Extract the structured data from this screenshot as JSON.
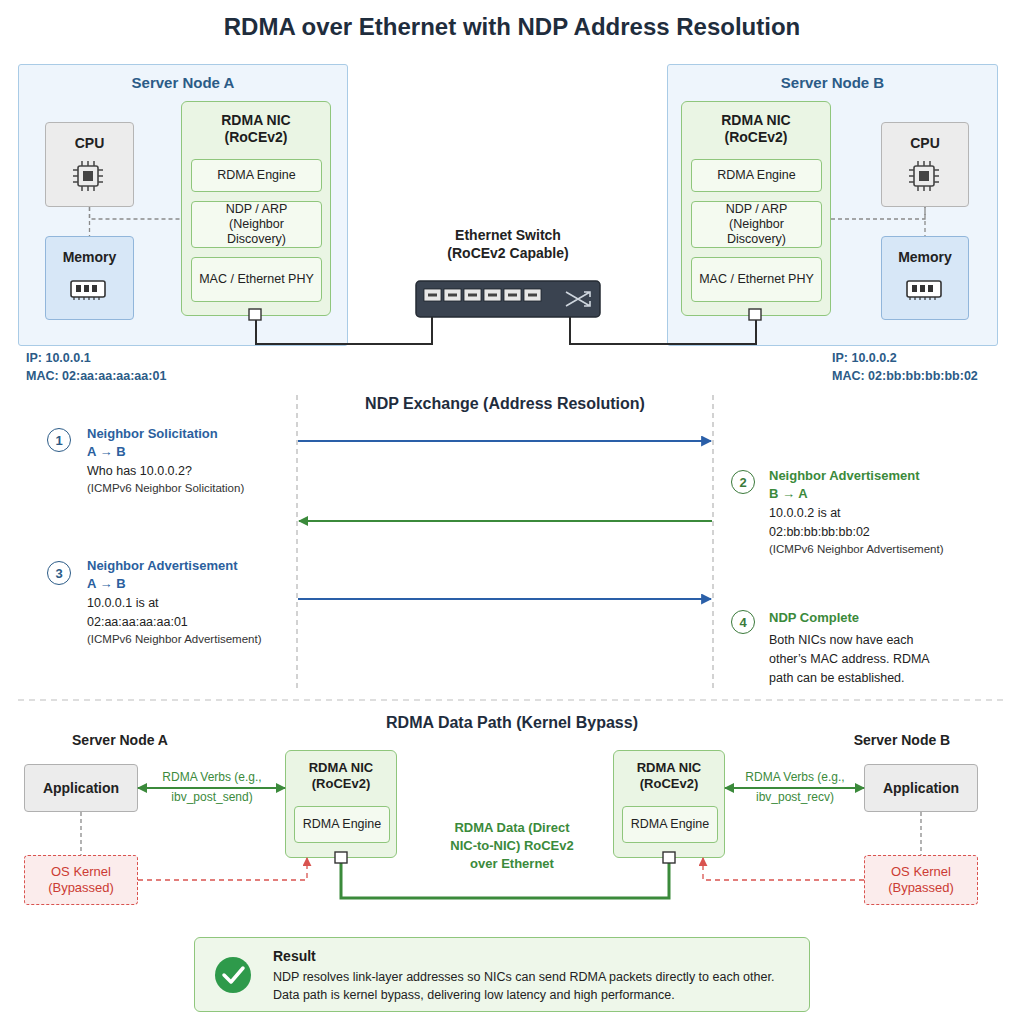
{
  "diagram": {
    "title": "RDMA over Ethernet with NDP Address Resolution",
    "nodes": [
      {
        "text": [
          "Server Node A"
        ]
      },
      {
        "text": [
          "CPU"
        ],
        "in": 0
      },
      {
        "text": [
          "Memory"
        ],
        "in": 0
      },
      {
        "text": [
          "RDMA NIC (RoCEv2)"
        ],
        "in": 0
      },
      {
        "text": [
          "RDMA Engine"
        ],
        "in": 3
      },
      {
        "text": [
          "NDP / ARP (Neighbor Discovery)"
        ],
        "in": 3
      },
      {
        "text": [
          "MAC / Ethernet PHY"
        ],
        "in": 3
      },
      {
        "text": [
          "Ethernet Switch (RoCEv2 Capable)"
        ]
      },
      {
        "text": [
          "Server Node B"
        ]
      },
      {
        "text": [
          "RDMA NIC (RoCEv2)"
        ],
        "in": 8
      },
      {
        "text": [
          "RDMA Engine"
        ],
        "in": 9
      },
      {
        "text": [
          "NDP / ARP (Neighbor Discovery)"
        ],
        "in": 9
      },
      {
        "text": [
          "MAC / Ethernet PHY"
        ],
        "in": 9
      },
      {
        "text": [
          "CPU"
        ],
        "in": 8
      },
      {
        "text": [
          "Memory"
        ],
        "in": 8
      },
      {
        "text": [
          "1"
        ]
      },
      {
        "text": [
          "2"
        ]
      },
      {
        "text": [
          "3"
        ]
      },
      {
        "text": [
          "4"
        ]
      },
      {
        "text": [
          "Application"
        ]
      },
      {
        "text": [
          "RDMA NIC (RoCEv2)"
        ]
      },
      {
        "text": [
          "RDMA Engine"
        ],
        "in": 20
      },
      {
        "text": [
          "RDMA NIC (RoCEv2)"
        ]
      },
      {
        "text": [
          "RDMA Engine"
        ],
        "in": 22
      },
      {
        "text": [
          "Application"
        ]
      },
      {
        "text": [
          "OS Kernel (Bypassed)"
        ]
      },
      {
        "text": [
          "OS Kernel (Bypassed)"
        ]
      },
      {
        "text": [
          "Result",
          "NDP resolves link-layer addresses so NICs can send RDMA packets directly to each other. Data path is kernel bypass, delivering low latency and high performance."
        ]
      }
    ],
    "edges": [
      {
        "from": 1,
        "to": 2,
        "arrow": "none"
      },
      {
        "from": 1,
        "to": 3,
        "arrow": "none"
      },
      {
        "from": 3,
        "to": 7,
        "arrow": "none"
      },
      {
        "from": 7,
        "to": 9,
        "arrow": "none"
      },
      {
        "from": 9,
        "to": 13,
        "arrow": "none"
      },
      {
        "from": 13,
        "to": 14,
        "arrow": "none"
      },
      {
        "from": 19,
        "to": 20,
        "label": "RDMA Verbs (e.g., ibv_post_send)",
        "arrow": "both"
      },
      {
        "from": 19,
        "to": 25,
        "arrow": "none"
      },
      {
        "from": 25,
        "to": 20,
        "arrow": "to"
      },
      {
        "from": 20,
        "to": 22,
        "label": "RDMA Data (Direct NIC-to-NIC) RoCEv2 over Ethernet",
        "arrow": "none"
      },
      {
        "from": 22,
        "to": 24,
        "label": "RDMA Verbs (e.g., ibv_post_recv)",
        "arrow": "both"
      },
      {
        "from": 24,
        "to": 26,
        "arrow": "none"
      },
      {
        "from": 26,
        "to": 22,
        "arrow": "to"
      }
    ],
    "labels": [
      "IP: 10.0.0.1",
      "MAC: 02:aa:aa:aa:aa:01",
      "IP: 10.0.0.2",
      "MAC: 02:bb:bb:bb:bb:02",
      "NDP Exchange (Address Resolution)",
      "Neighbor Solicitation",
      "A → B",
      "Who has 10.0.0.2?",
      "(ICMPv6 Neighbor Solicitation)",
      "Neighbor Advertisement",
      "B → A",
      "10.0.0.2 is at 02:bb:bb:bb:bb:02",
      "(ICMPv6 Neighbor Advertisement)",
      "Neighbor Advertisement",
      "A → B",
      "10.0.0.1 is at 02:aa:aa:aa:aa:01",
      "(ICMPv6 Neighbor Advertisement)",
      "NDP Complete",
      "Both NICs now have each other’s MAC address. RDMA path can be established.",
      "RDMA Data Path (Kernel Bypass)",
      "Server Node A",
      "Server Node B"
    ]
  }
}
